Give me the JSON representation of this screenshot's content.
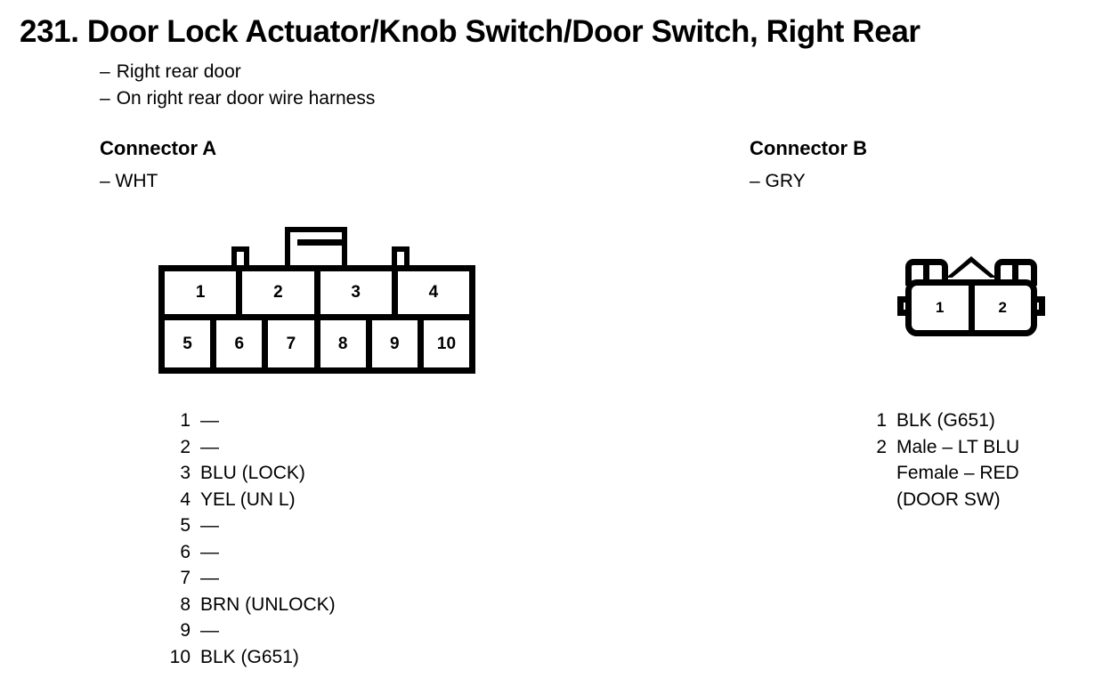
{
  "page": {
    "number": "231.",
    "title": "231.  Door Lock Actuator/Knob Switch/Door Switch, Right Rear",
    "notes": [
      "Right rear door",
      "On right rear door wire harness"
    ],
    "dash": "–",
    "empty_marker": "—"
  },
  "connector_a": {
    "heading": "Connector A",
    "color_note": "– WHT",
    "diagram": {
      "top_row": [
        "1",
        "2",
        "3",
        "4"
      ],
      "bottom_row": [
        "5",
        "6",
        "7",
        "8",
        "9",
        "10"
      ]
    },
    "pins": [
      {
        "num": "1",
        "value": "—"
      },
      {
        "num": "2",
        "value": "—"
      },
      {
        "num": "3",
        "value": "BLU (LOCK)"
      },
      {
        "num": "4",
        "value": "YEL (UN L)"
      },
      {
        "num": "5",
        "value": "—"
      },
      {
        "num": "6",
        "value": "—"
      },
      {
        "num": "7",
        "value": "—"
      },
      {
        "num": "8",
        "value": "BRN (UNLOCK)"
      },
      {
        "num": "9",
        "value": "—"
      },
      {
        "num": "10",
        "value": "BLK (G651)"
      }
    ]
  },
  "connector_b": {
    "heading": "Connector B",
    "color_note": "– GRY",
    "diagram": {
      "cells": [
        "1",
        "2"
      ]
    },
    "pins": [
      {
        "num": "1",
        "value": "BLK (G651)",
        "extra": []
      },
      {
        "num": "2",
        "value": "Male – LT BLU",
        "extra": [
          "Female – RED",
          "(DOOR SW)"
        ]
      }
    ]
  }
}
